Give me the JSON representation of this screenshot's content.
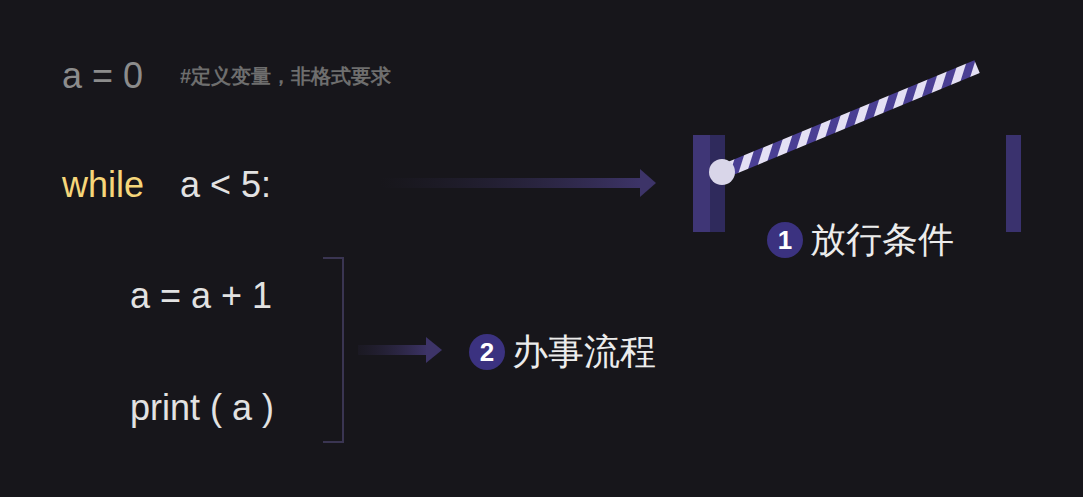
{
  "diagram": {
    "nodes": [
      {
        "text": [
          "1"
        ]
      },
      {
        "text": [
          "2"
        ]
      }
    ],
    "labels": [
      "a = 0",
      "#定义变量，非格式要求",
      "while",
      "a < 5:",
      "放行条件",
      "a = a + 1",
      "print ( a )",
      "办事流程"
    ]
  }
}
